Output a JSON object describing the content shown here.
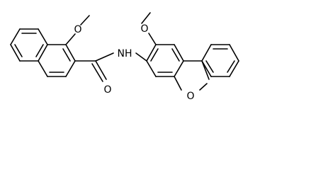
{
  "molecule": {
    "atoms": {
      "methoxy_oxygen_left": "O",
      "amide_nitrogen": "NH",
      "methoxy_oxygen_right": "O",
      "carbonyl_oxygen": "O",
      "furan_oxygen": "O"
    }
  },
  "colors": {
    "bond": "#000000",
    "background": "#ffffff"
  }
}
